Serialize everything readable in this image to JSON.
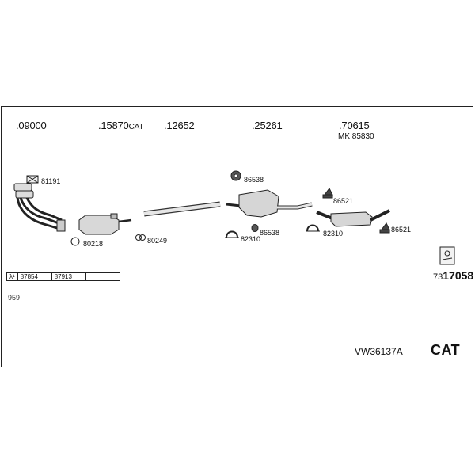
{
  "parts": {
    "p1": "09000",
    "p2": "15870",
    "p2_suffix": "CAT",
    "p3": "12652",
    "p4": "25261",
    "p5": "70615",
    "mk": "MK 85830"
  },
  "refs": {
    "r81191": "81191",
    "r80218": "80218",
    "r80249": "80249",
    "r86538a": "86538",
    "r86538b": "86538",
    "r82310a": "82310",
    "r82310b": "82310",
    "r86521a": "86521",
    "r86521b": "86521"
  },
  "ref_table": {
    "lambda": "λ¹",
    "c1": "87854",
    "c2": "87913",
    "c3": ""
  },
  "code": {
    "prefix": "73",
    "main": "17058"
  },
  "footer": {
    "small": "959",
    "model": "VW36137A",
    "cat": "CAT"
  }
}
